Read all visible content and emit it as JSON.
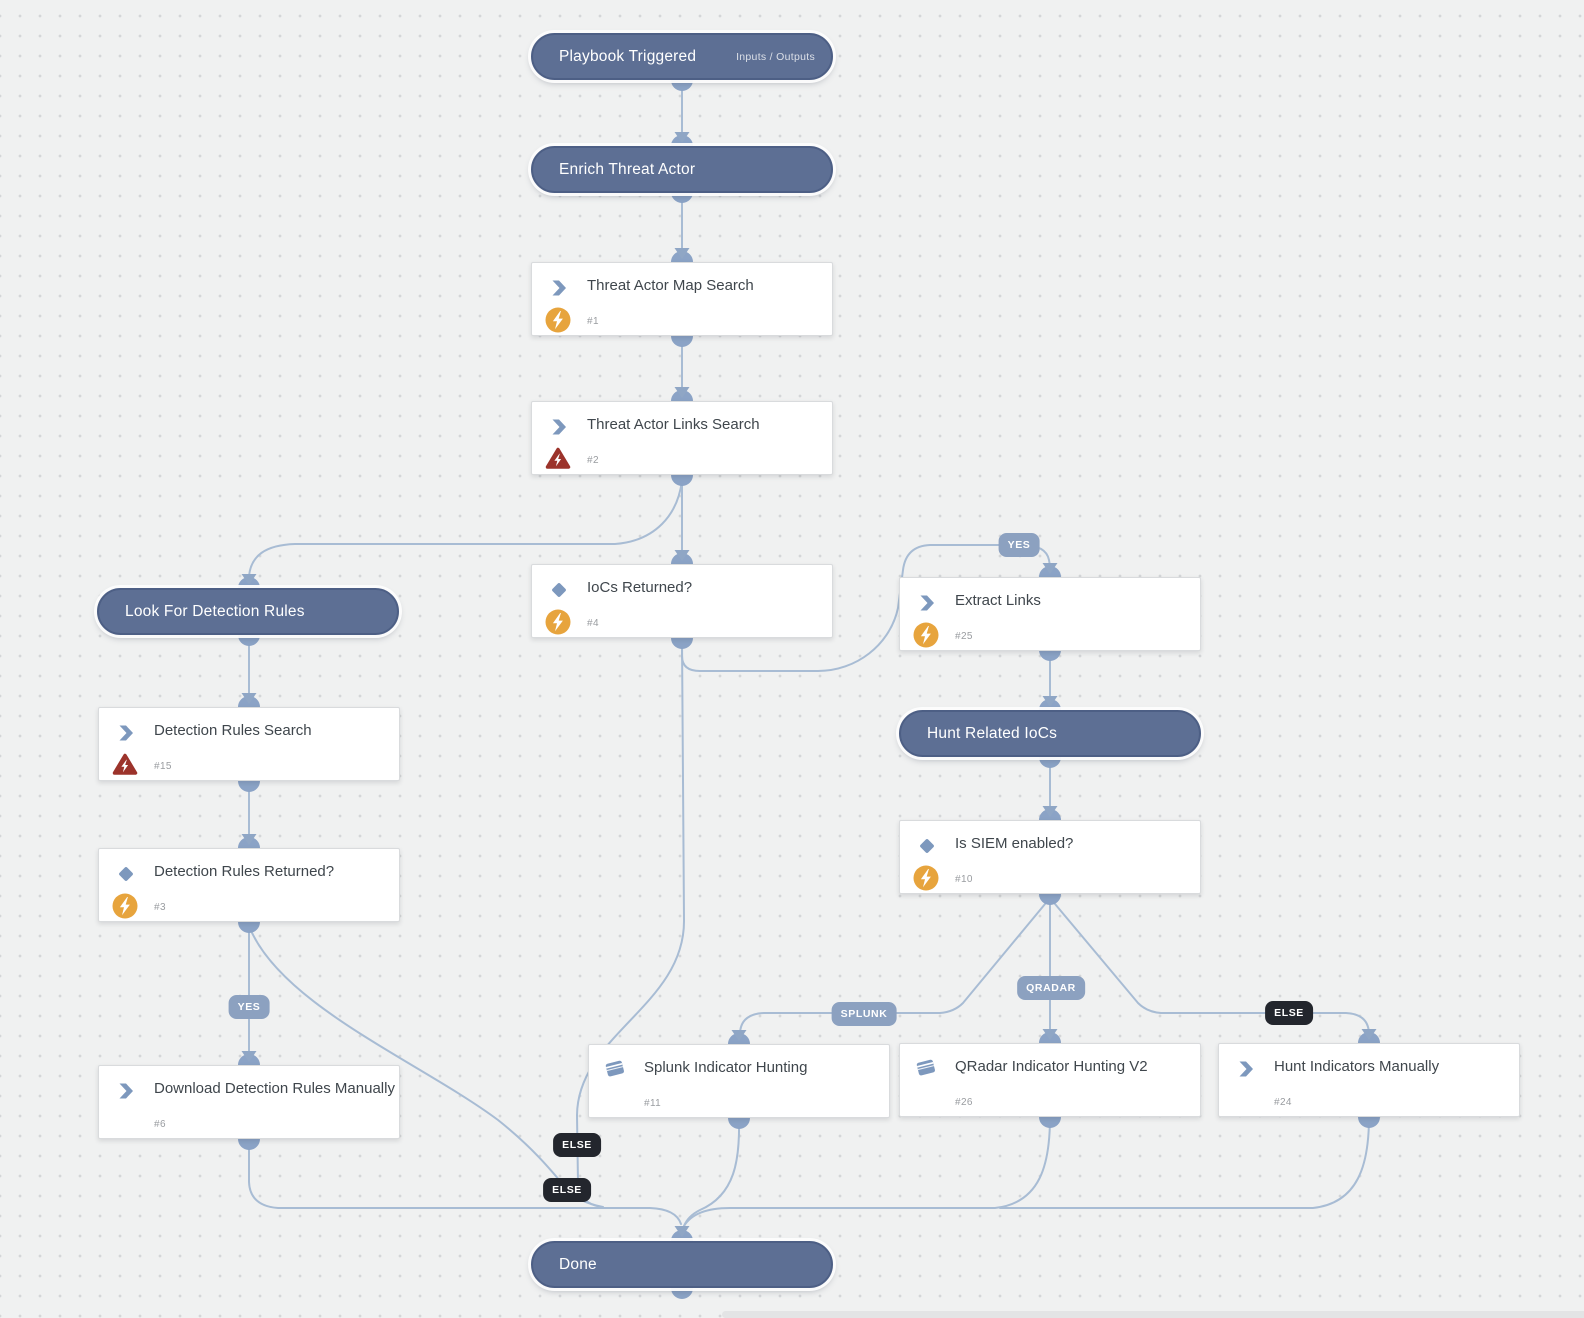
{
  "nodes": [
    {
      "id": "playbook_triggered",
      "kind": "trigger",
      "title": "Playbook Triggered",
      "right_label": "Inputs / Outputs"
    },
    {
      "id": "enrich_threat_actor",
      "kind": "stage",
      "title": "Enrich Threat Actor"
    },
    {
      "id": "threat_actor_map_search",
      "kind": "action",
      "title": "Threat Actor Map Search",
      "number": "#1",
      "status": "success"
    },
    {
      "id": "threat_actor_links_search",
      "kind": "action",
      "title": "Threat Actor Links Search",
      "number": "#2",
      "status": "failed"
    },
    {
      "id": "iocs_returned",
      "kind": "decision",
      "title": "IoCs Returned?",
      "number": "#4",
      "status": "success"
    },
    {
      "id": "extract_links",
      "kind": "action",
      "title": "Extract Links",
      "number": "#25",
      "status": "success"
    },
    {
      "id": "look_for_detection_rules",
      "kind": "stage",
      "title": "Look For Detection Rules"
    },
    {
      "id": "detection_rules_search",
      "kind": "action",
      "title": "Detection Rules Search",
      "number": "#15",
      "status": "failed"
    },
    {
      "id": "detection_rules_returned",
      "kind": "decision",
      "title": "Detection Rules Returned?",
      "number": "#3",
      "status": "success"
    },
    {
      "id": "download_detection_rules_manually",
      "kind": "action",
      "title": "Download Detection Rules Manually",
      "number": "#6",
      "status": "none"
    },
    {
      "id": "hunt_related_iocs",
      "kind": "stage",
      "title": "Hunt Related IoCs"
    },
    {
      "id": "is_siem_enabled",
      "kind": "decision",
      "title": "Is SIEM enabled?",
      "number": "#10",
      "status": "success"
    },
    {
      "id": "splunk_indicator_hunting",
      "kind": "playbook",
      "title": "Splunk Indicator Hunting",
      "number": "#11",
      "status": "none"
    },
    {
      "id": "qradar_indicator_hunting_v2",
      "kind": "playbook",
      "title": "QRadar Indicator Hunting V2",
      "number": "#26",
      "status": "none"
    },
    {
      "id": "hunt_indicators_manually",
      "kind": "action",
      "title": "Hunt Indicators Manually",
      "number": "#24",
      "status": "none"
    },
    {
      "id": "done",
      "kind": "stage",
      "title": "Done"
    }
  ],
  "edge_labels": [
    {
      "text": "YES",
      "style": "light",
      "branch": "iocs_returned_yes"
    },
    {
      "text": "YES",
      "style": "light",
      "branch": "detection_rules_returned_yes"
    },
    {
      "text": "SPLUNK",
      "style": "light",
      "branch": "is_siem_enabled_splunk"
    },
    {
      "text": "QRADAR",
      "style": "light",
      "branch": "is_siem_enabled_qradar"
    },
    {
      "text": "ELSE",
      "style": "dark",
      "branch": "is_siem_enabled_else"
    },
    {
      "text": "ELSE",
      "style": "dark",
      "branch": "iocs_returned_else"
    },
    {
      "text": "ELSE",
      "style": "dark",
      "branch": "detection_rules_returned_else"
    }
  ],
  "colors": {
    "canvas_background": "#f0f1f1",
    "grid_dot": "#d4d6d8",
    "stage_fill": "#5d6f94",
    "stage_border": "#4d5f85",
    "edge": "#a8bcd4",
    "arrowhead": "#8fa6c5",
    "connector_port": "#8ba3c6",
    "label_light": "#8ca1c0",
    "label_dark": "#23262d",
    "icon_blue": "#7d98bd",
    "status_success": "#e7a43d",
    "status_failed": "#9c332b",
    "card_title": "#3f464c",
    "card_number": "#999ca0"
  }
}
